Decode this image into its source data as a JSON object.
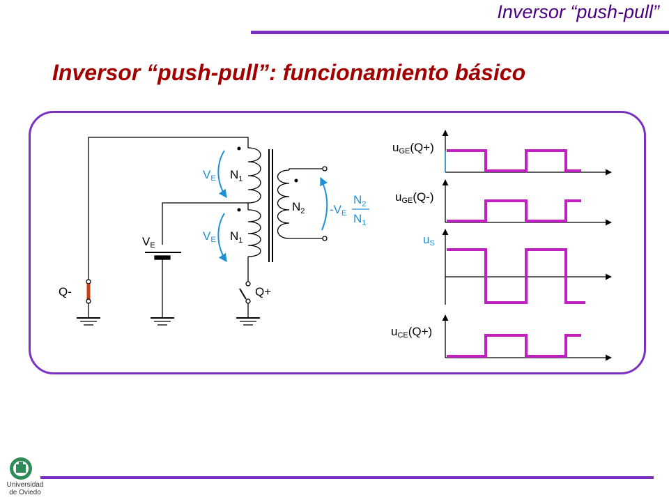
{
  "header": {
    "title": "Inversor  “push-pull”"
  },
  "slide": {
    "title": "Inversor “push-pull”: funcionamiento básico"
  },
  "circuit": {
    "q_minus": "Q-",
    "q_plus": "Q+",
    "source": {
      "main": "V",
      "sub": "E"
    },
    "arrow_top": {
      "main": "V",
      "sub": "E"
    },
    "arrow_bottom": {
      "main": "V",
      "sub": "E"
    },
    "n1_top": {
      "main": "N",
      "sub": "1"
    },
    "n1_bottom": {
      "main": "N",
      "sub": "1"
    },
    "n2": {
      "main": "N",
      "sub": "2"
    },
    "output": {
      "prefix": "-V",
      "sub": "E",
      "num_main": "N",
      "num_sub": "2",
      "den_main": "N",
      "den_sub": "1"
    }
  },
  "waveforms": {
    "wave1": {
      "main": "u",
      "sub": "GE",
      "suffix": "(Q+)"
    },
    "wave2": {
      "main": "u",
      "sub": "GE",
      "suffix": "(Q-)"
    },
    "wave3": {
      "main": "u",
      "sub": "S",
      "suffix": ""
    },
    "wave4": {
      "main": "u",
      "sub": "CE",
      "suffix": "(Q+)"
    }
  },
  "footer": {
    "logo_line1": "Universidad",
    "logo_line2": "de Oviedo"
  },
  "colors": {
    "accent": "#7a30c0",
    "title": "#a00000",
    "arrows": "#1e90d6",
    "wave": "#c020c0",
    "switch": "#c84010"
  }
}
